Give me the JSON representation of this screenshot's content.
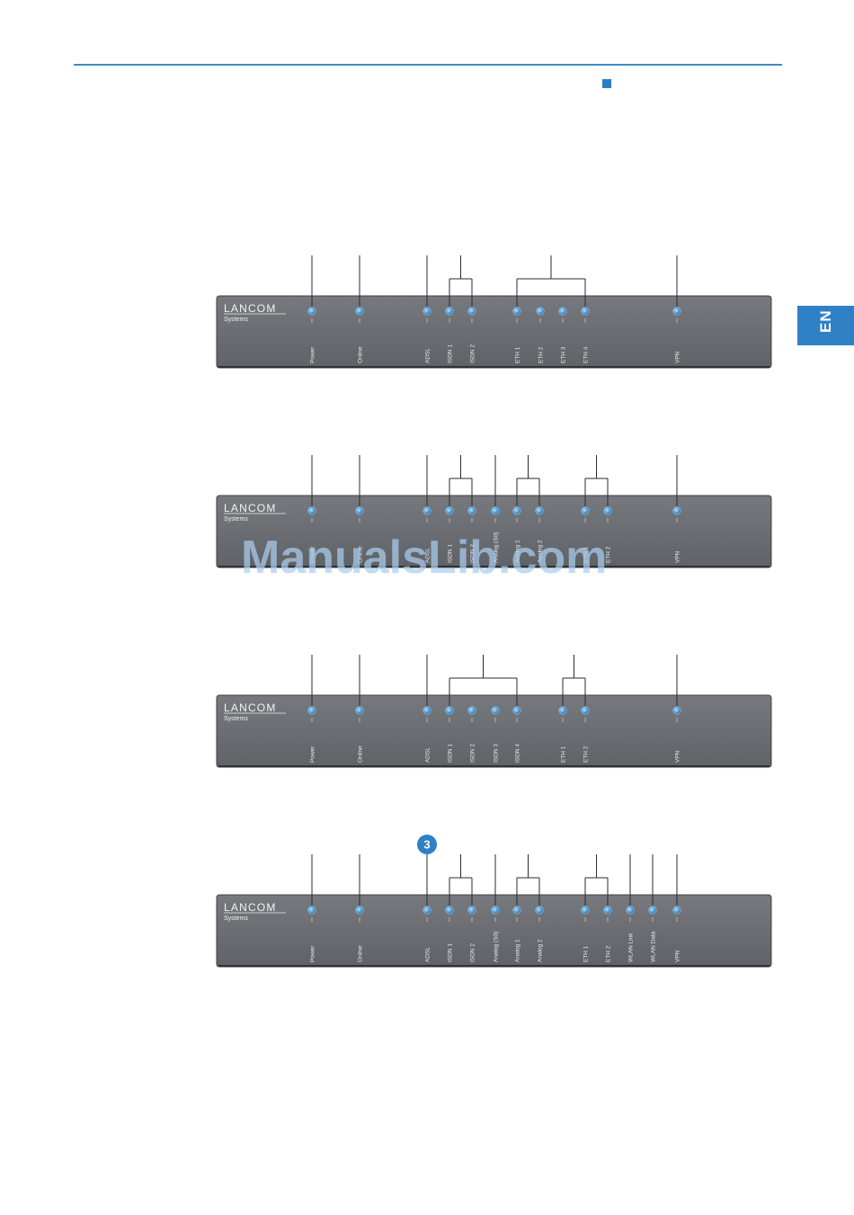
{
  "lang_tab": "EN",
  "watermark": "ManualsLib.com",
  "brand": {
    "name": "LANCOM",
    "sub": "Systems"
  },
  "callout_badge": "3",
  "colors": {
    "accent": "#2f80c4",
    "panel": "#6b6e72",
    "led": "#5aa5dc"
  },
  "panels": [
    {
      "id": "panel-1",
      "leds": [
        {
          "label": "Power"
        },
        {
          "label": "Online"
        },
        {
          "label": "ADSL"
        },
        {
          "label": "ISDN 1"
        },
        {
          "label": "ISDN 2"
        },
        {
          "label": "ETH 1"
        },
        {
          "label": "ETH 2"
        },
        {
          "label": "ETH 3"
        },
        {
          "label": "ETH 4"
        },
        {
          "label": "VPN"
        }
      ]
    },
    {
      "id": "panel-2",
      "leds": [
        {
          "label": "Power"
        },
        {
          "label": "Online"
        },
        {
          "label": "ADSL"
        },
        {
          "label": "ISDN 1"
        },
        {
          "label": "ISDN 2"
        },
        {
          "label": "Analog (S0)"
        },
        {
          "label": "Analog 1"
        },
        {
          "label": "Analog 2"
        },
        {
          "label": "ETH 1"
        },
        {
          "label": "ETH 2"
        },
        {
          "label": "VPN"
        }
      ]
    },
    {
      "id": "panel-3",
      "leds": [
        {
          "label": "Power"
        },
        {
          "label": "Online"
        },
        {
          "label": "ADSL"
        },
        {
          "label": "ISDN 1"
        },
        {
          "label": "ISDN 2"
        },
        {
          "label": "ISDN 3"
        },
        {
          "label": "ISDN 4"
        },
        {
          "label": "ETH 1"
        },
        {
          "label": "ETH 2"
        },
        {
          "label": "VPN"
        }
      ]
    },
    {
      "id": "panel-4",
      "leds": [
        {
          "label": "Power"
        },
        {
          "label": "Online"
        },
        {
          "label": "ADSL"
        },
        {
          "label": "ISDN 1"
        },
        {
          "label": "ISDN 2"
        },
        {
          "label": "Analog (S0)"
        },
        {
          "label": "Analog 1"
        },
        {
          "label": "Analog 2"
        },
        {
          "label": "ETH 1"
        },
        {
          "label": "ETH 2"
        },
        {
          "label": "WLAN Link"
        },
        {
          "label": "WLAN Data"
        },
        {
          "label": "VPN"
        }
      ]
    }
  ]
}
